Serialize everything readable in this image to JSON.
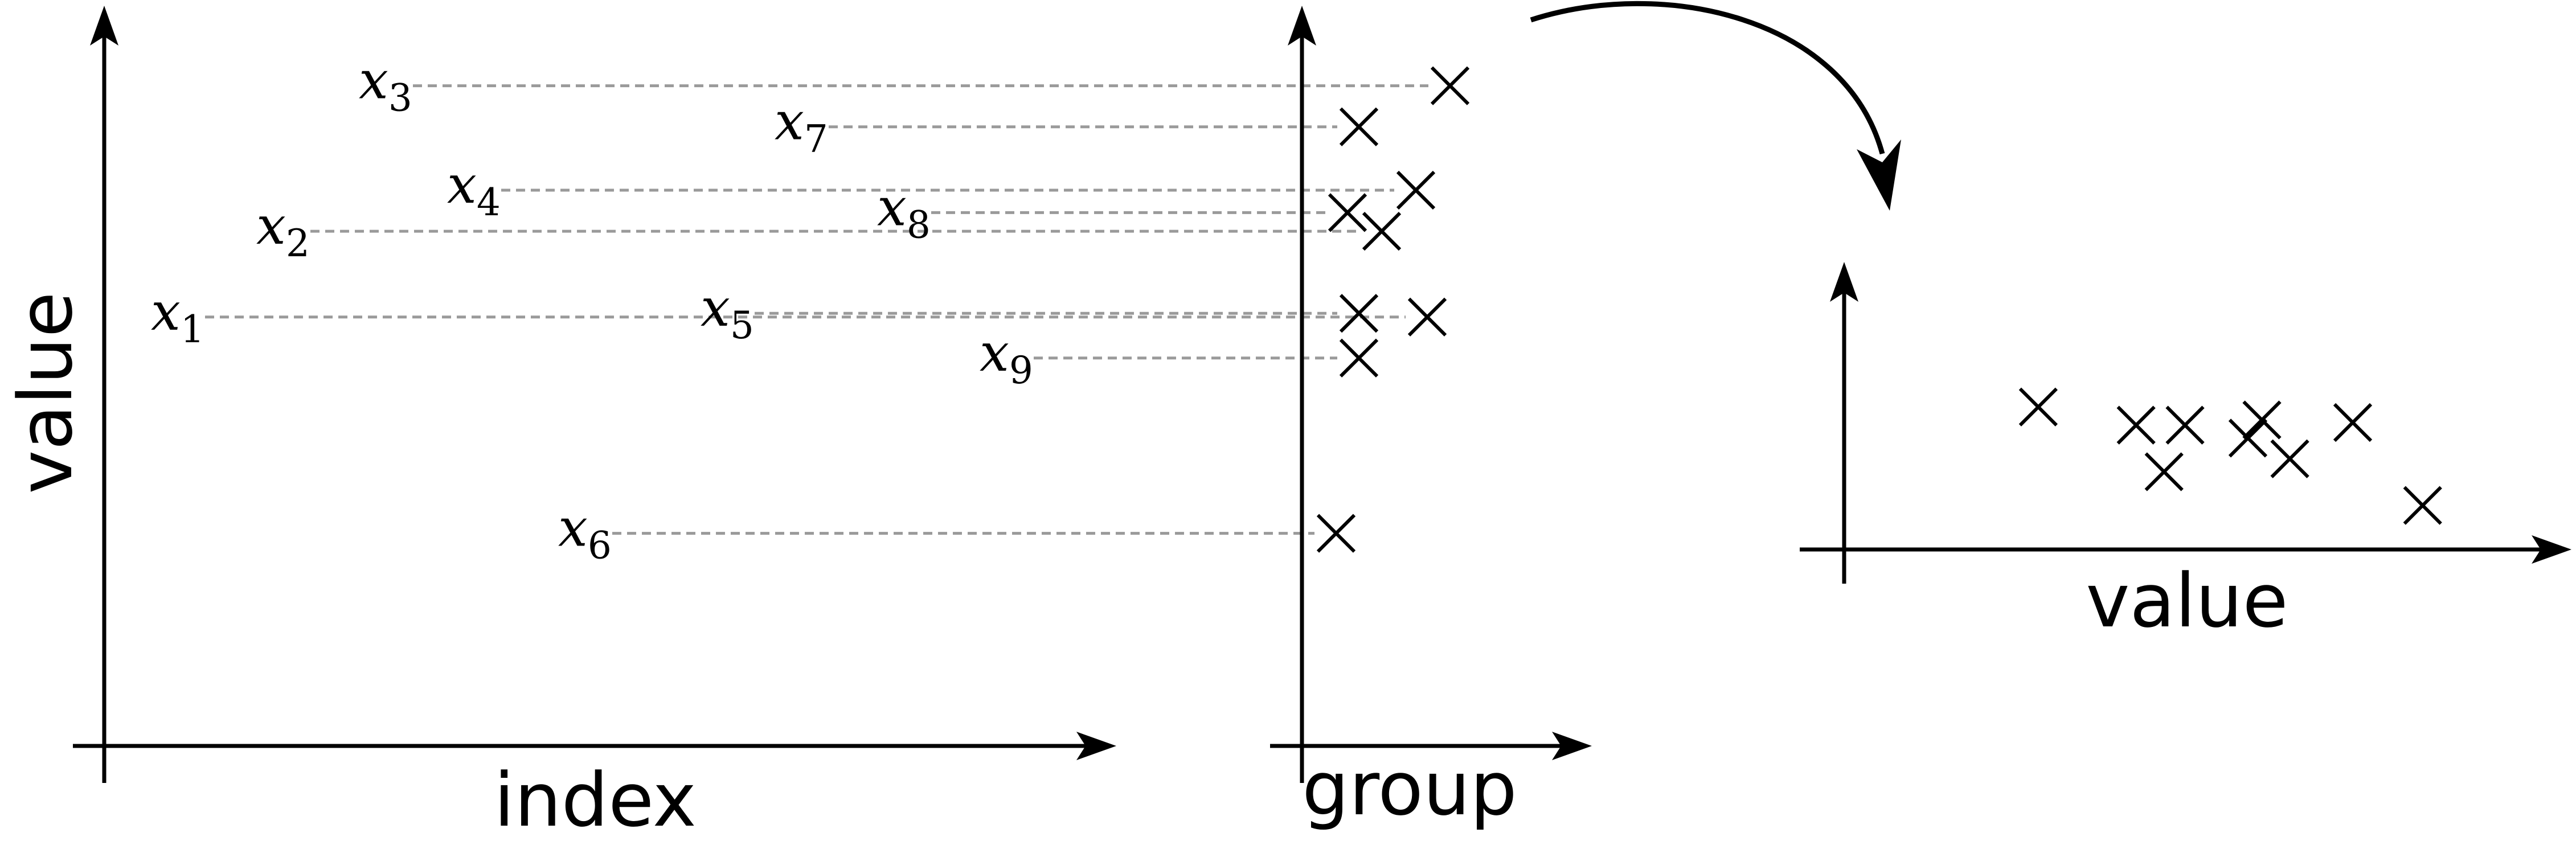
{
  "panels": {
    "index_plot": {
      "x_label": "index",
      "y_label": "value"
    },
    "group_plot": {
      "x_label": "group"
    },
    "value_plot": {
      "x_label": "value"
    }
  },
  "points": [
    {
      "name": "x",
      "sub": "1",
      "value": 0.575,
      "group_offset": 0.75
    },
    {
      "name": "x",
      "sub": "2",
      "value": 0.69,
      "group_offset": 0.55
    },
    {
      "name": "x",
      "sub": "3",
      "value": 0.885,
      "group_offset": 0.85
    },
    {
      "name": "x",
      "sub": "4",
      "value": 0.745,
      "group_offset": 0.7
    },
    {
      "name": "x",
      "sub": "5",
      "value": 0.58,
      "group_offset": 0.45
    },
    {
      "name": "x",
      "sub": "6",
      "value": 0.285,
      "group_offset": 0.35
    },
    {
      "name": "x",
      "sub": "7",
      "value": 0.83,
      "group_offset": 0.45
    },
    {
      "name": "x",
      "sub": "8",
      "value": 0.715,
      "group_offset": 0.4
    },
    {
      "name": "x",
      "sub": "9",
      "value": 0.52,
      "group_offset": 0.45
    }
  ],
  "value_strip": [
    {
      "value": 0.18,
      "jitter": 0.55
    },
    {
      "value": 0.32,
      "jitter": 0.48
    },
    {
      "value": 0.36,
      "jitter": 0.3
    },
    {
      "value": 0.39,
      "jitter": 0.48
    },
    {
      "value": 0.48,
      "jitter": 0.43
    },
    {
      "value": 0.5,
      "jitter": 0.5
    },
    {
      "value": 0.54,
      "jitter": 0.35
    },
    {
      "value": 0.63,
      "jitter": 0.49
    },
    {
      "value": 0.73,
      "jitter": 0.17
    }
  ]
}
